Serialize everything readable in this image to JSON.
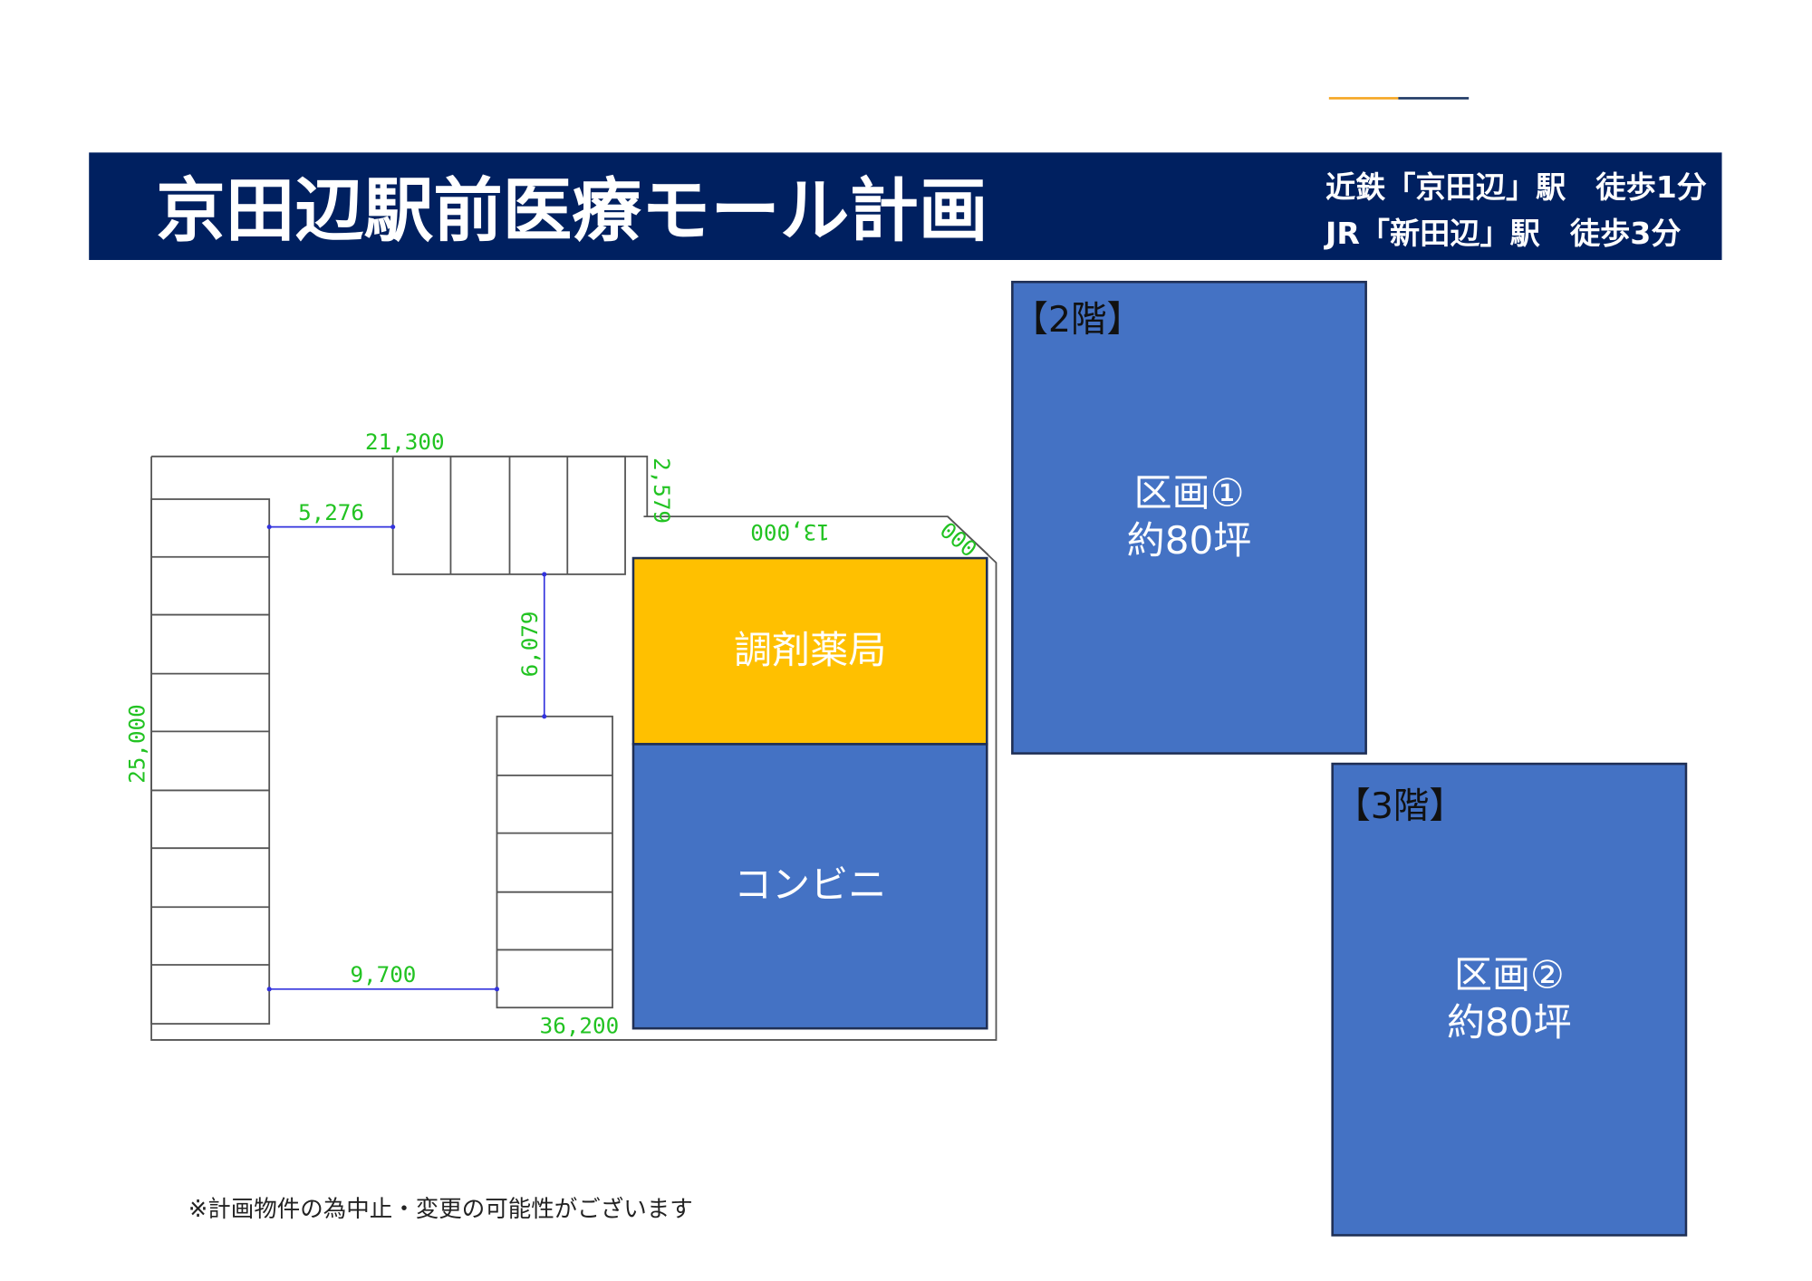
{
  "header": {
    "title": "京田辺駅前医療モール計画",
    "access": [
      "近鉄「京田辺」駅　徒歩1分",
      "JR「新田辺」駅　徒歩3分"
    ]
  },
  "plan": {
    "dimensions": {
      "top_width": "21,300",
      "top_offset": "2,579",
      "stall_gap_top": "5,276",
      "aisle_vertical": "6,079",
      "site_depth": "25,000",
      "front_width": "13,000",
      "corner": "000",
      "stall_gap_bottom": "9,700",
      "site_width": "36,200"
    },
    "units": [
      {
        "name": "調剤薬局",
        "color": "#FFC000"
      },
      {
        "name": "コンビニ",
        "color": "#4472C4"
      }
    ]
  },
  "floors": [
    {
      "floor_label": "【2階】",
      "unit": "区画①",
      "area": "約80坪",
      "color": "#4472C4"
    },
    {
      "floor_label": "【3階】",
      "unit": "区画②",
      "area": "約80坪",
      "color": "#4472C4"
    }
  ],
  "footnote": "※計画物件の為中止・変更の可能性がございます",
  "colors": {
    "navy": "#002060",
    "orange": "#FFC000",
    "blue": "#4472C4",
    "dim_green": "#22c322"
  }
}
